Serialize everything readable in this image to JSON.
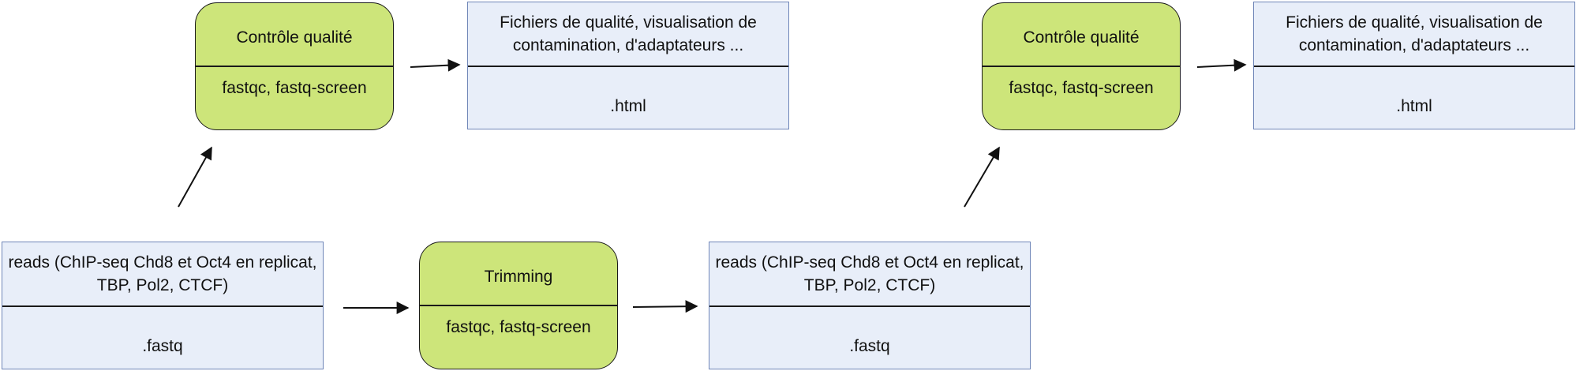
{
  "diagram": {
    "nodes": {
      "reads_input": {
        "title": "reads (ChIP-seq Chd8 et Oct4 en replicat, TBP, Pol2, CTCF)",
        "ext": ".fastq"
      },
      "qc_1": {
        "title": "Contrôle qualité",
        "tools": "fastqc, fastq-screen"
      },
      "qc_out_1": {
        "title": "Fichiers de qualité, visualisation de contamination, d'adaptateurs ...",
        "ext": ".html"
      },
      "trimming": {
        "title": "Trimming",
        "tools": "fastqc, fastq-screen"
      },
      "reads_trimmed": {
        "title": "reads (ChIP-seq Chd8 et Oct4 en replicat, TBP, Pol2, CTCF)",
        "ext": ".fastq"
      },
      "qc_2": {
        "title": "Contrôle qualité",
        "tools": "fastqc, fastq-screen"
      },
      "qc_out_2": {
        "title": "Fichiers de qualité, visualisation de contamination, d'adaptateurs ...",
        "ext": ".html"
      }
    },
    "colors": {
      "process_fill": "#cde57a",
      "file_fill": "#e8eef9",
      "file_border": "#6f86b8",
      "stroke": "#1a1a1a"
    }
  }
}
